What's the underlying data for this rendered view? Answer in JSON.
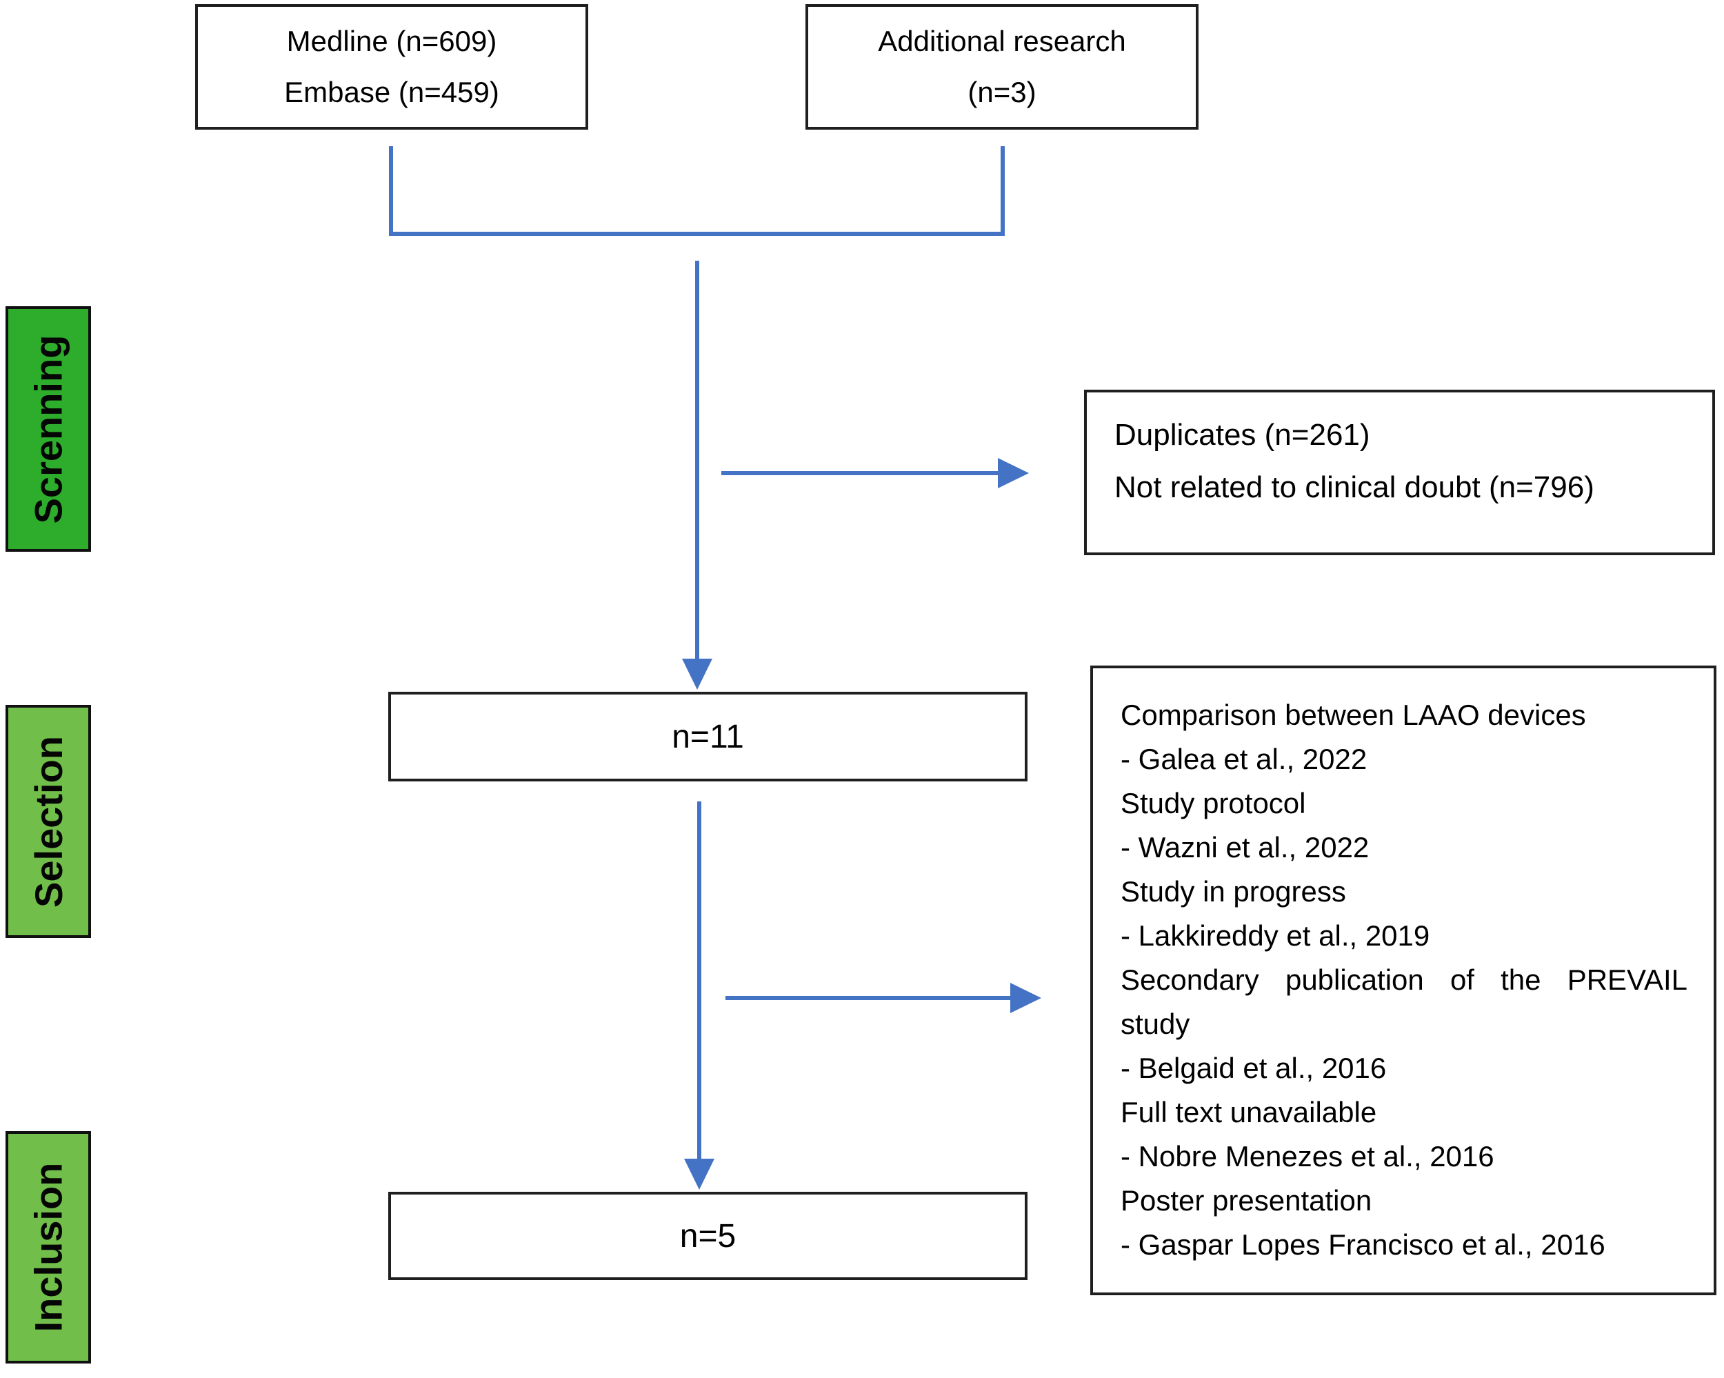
{
  "stages": [
    {
      "id": "screening",
      "label": "Screnning"
    },
    {
      "id": "selection",
      "label": "Selection"
    },
    {
      "id": "inclusion",
      "label": "Inclusion"
    }
  ],
  "boxes": {
    "sources": {
      "lines": [
        "Medline (n=609)",
        "Embase (n=459)"
      ]
    },
    "additional": {
      "lines": [
        "Additional research",
        "(n=3)"
      ]
    },
    "screening_exclusions": {
      "lines": [
        "Duplicates (n=261)",
        "Not related to clinical doubt (n=796)"
      ]
    },
    "selected_count": "n=11",
    "included_count": "n=5",
    "selection_exclusions": {
      "lines": [
        "Comparison between LAAO devices",
        "- Galea et al., 2022",
        "Study protocol",
        "- Wazni et al., 2022",
        "Study in progress",
        "- Lakkireddy et al., 2019",
        "Secondary publication of the PREVAIL",
        "study",
        "- Belgaid et al., 2016",
        "Full text unavailable",
        "- Nobre Menezes et al., 2016",
        "Poster presentation",
        "- Gaspar Lopes Francisco et al., 2016"
      ]
    }
  },
  "colors": {
    "arrow": "#4472C4",
    "stage-screening": "#2EAD2D",
    "stage-selection": "#72BE4A",
    "stage-inclusion": "#72BE4A",
    "box-border": "#1F1F1F",
    "text": "#000000"
  }
}
